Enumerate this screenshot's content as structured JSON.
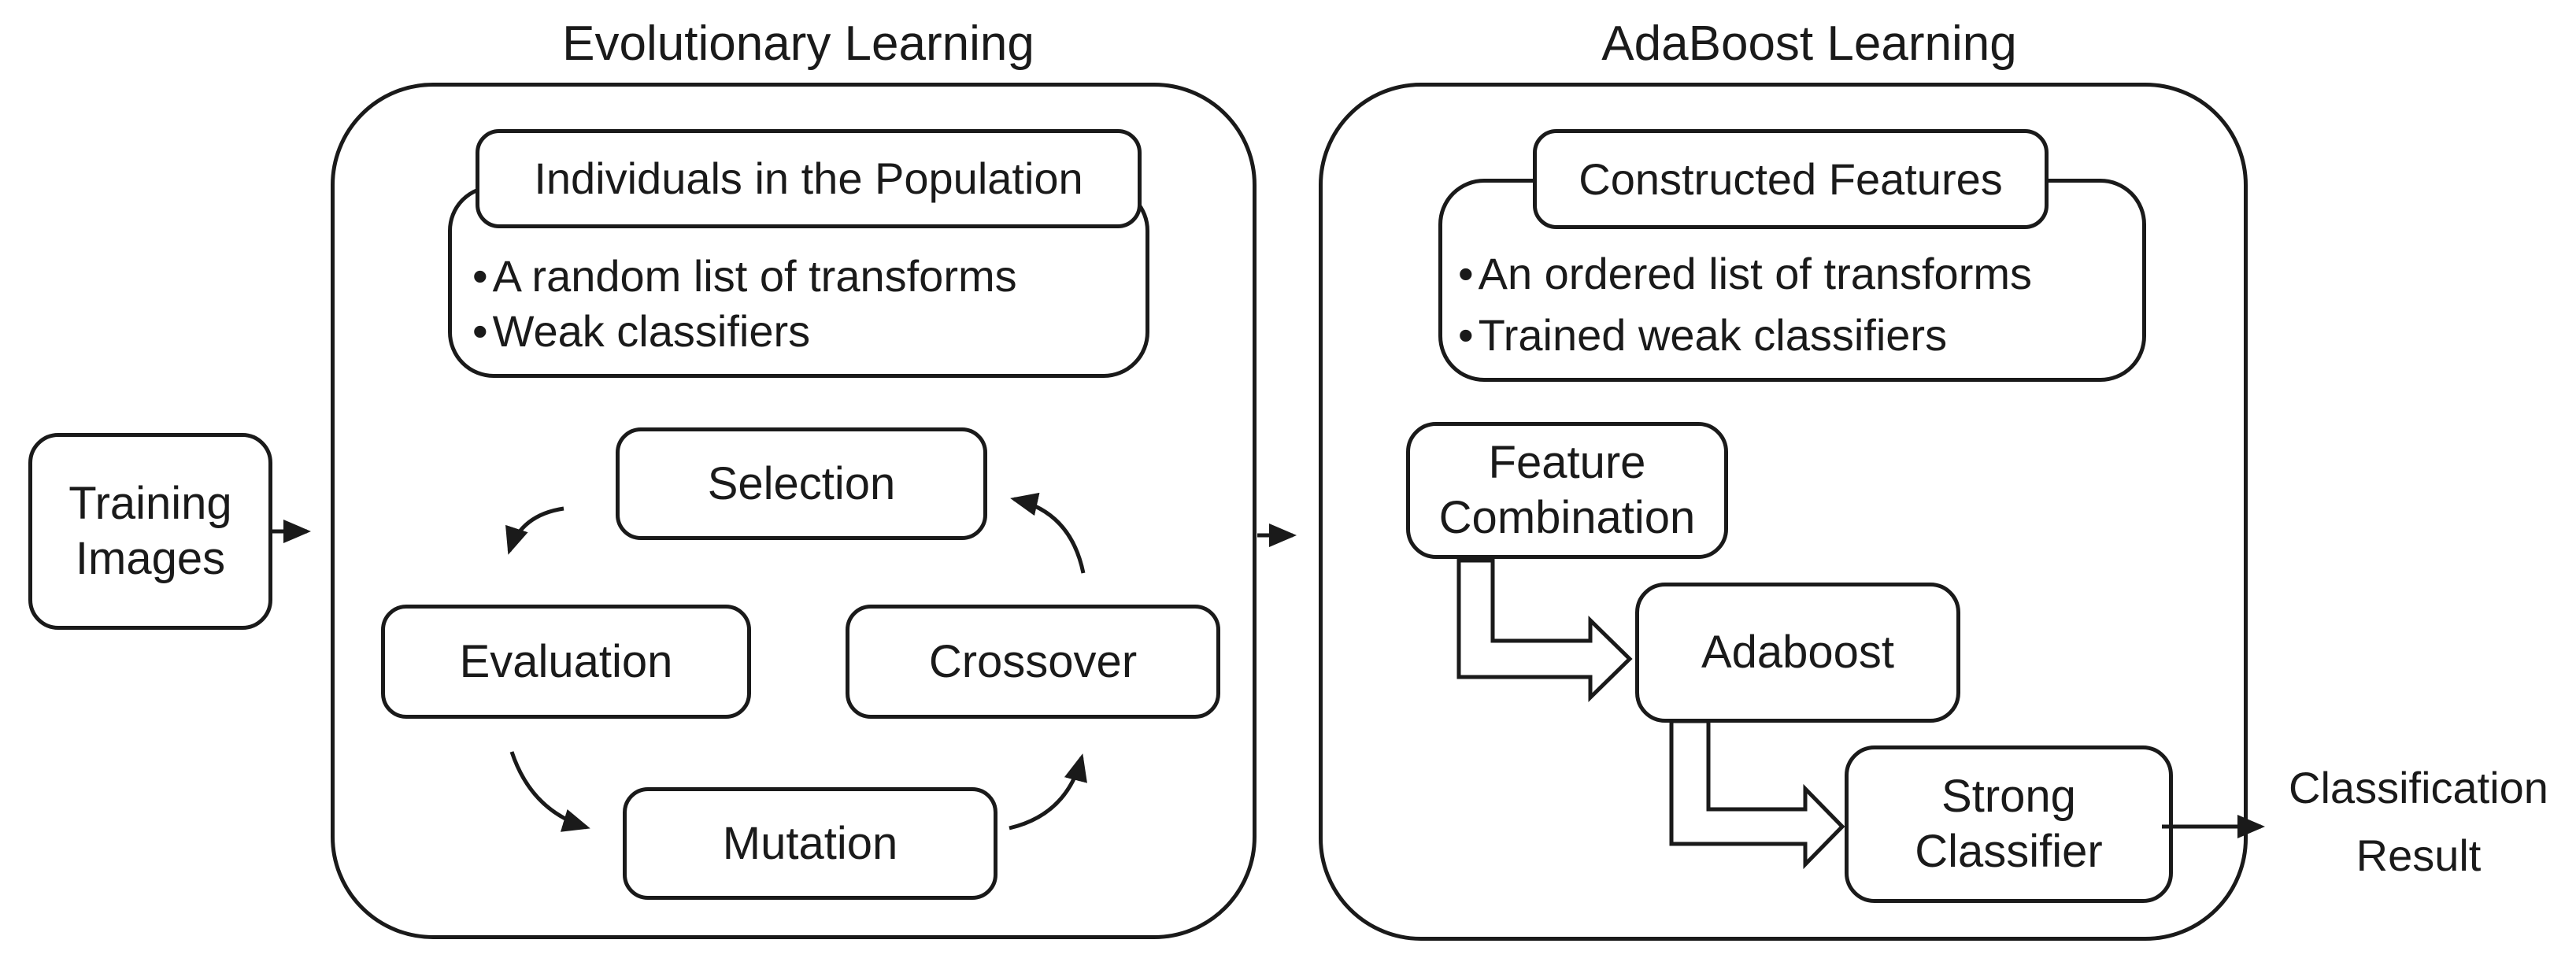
{
  "colors": {
    "ink": "#1a1a1a",
    "background": "#ffffff"
  },
  "titles": {
    "evolutionary": "Evolutionary Learning",
    "adaboost": "AdaBoost Learning"
  },
  "training_box": {
    "lines": [
      "Training",
      "Images"
    ]
  },
  "evolutionary_panel": {
    "population_header": "Individuals in the Population",
    "bullet_char": "•",
    "bullets": [
      "A random list of transforms",
      "Weak classifiers"
    ],
    "selection": "Selection",
    "evaluation": "Evaluation",
    "crossover": "Crossover",
    "mutation": "Mutation"
  },
  "adaboost_panel": {
    "features_header": "Constructed Features",
    "bullet_char": "•",
    "bullets": [
      "An ordered list of transforms",
      "Trained weak classifiers"
    ],
    "feature_combination_lines": [
      "Feature",
      "Combination"
    ],
    "adaboost_label": "Adaboost",
    "strong_classifier_lines": [
      "Strong",
      "Classifier"
    ]
  },
  "output_label": {
    "lines": [
      "Classification",
      "Result"
    ]
  }
}
